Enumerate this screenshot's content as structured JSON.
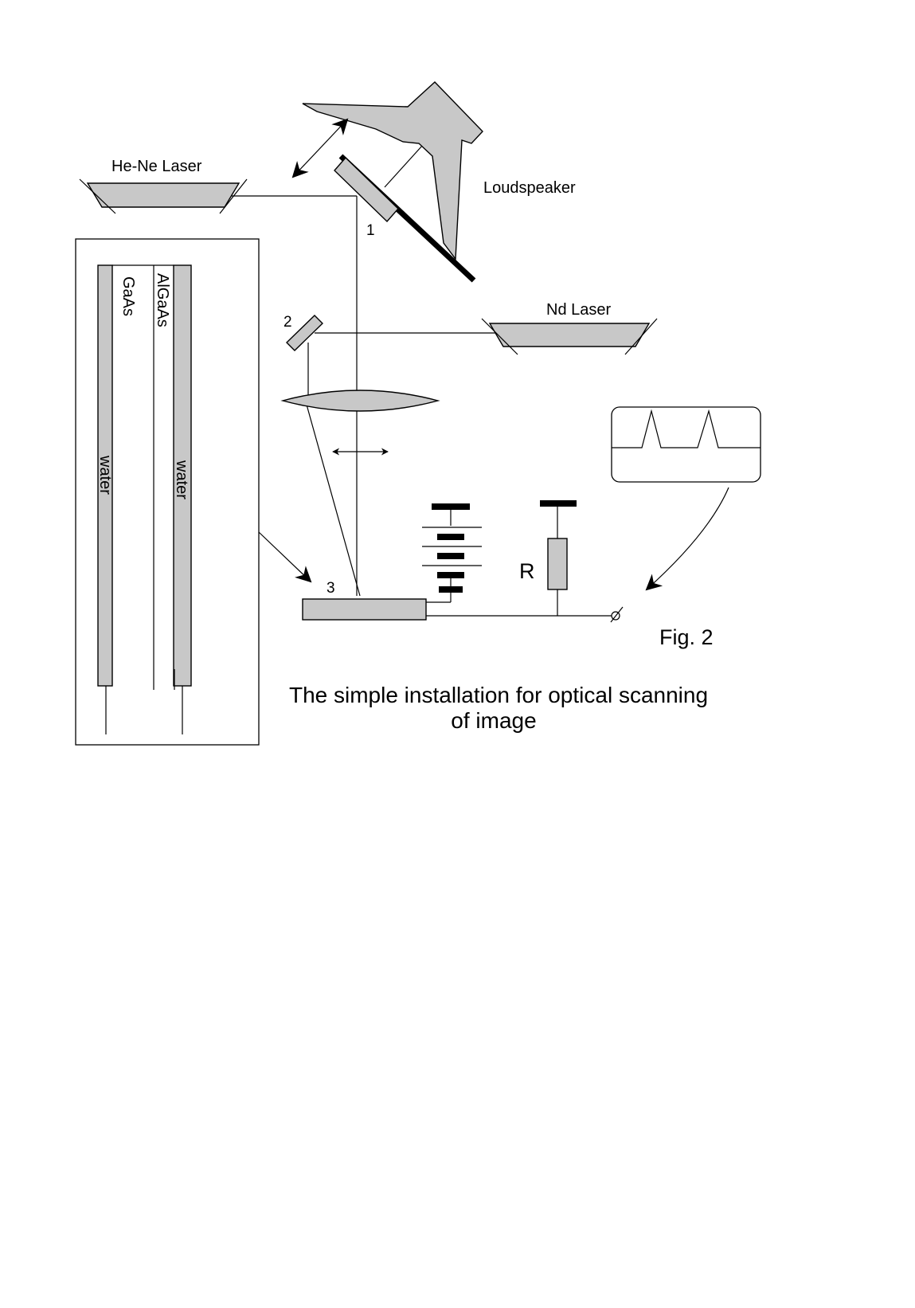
{
  "labels": {
    "he_ne_laser": "He-Ne Laser",
    "loudspeaker": "Loudspeaker",
    "nd_laser": "Nd Laser",
    "mirror_1": "1",
    "mirror_2": "2",
    "detector_3": "3",
    "resistor": "R",
    "figure": "Fig. 2",
    "inset_gaas": "GaAs",
    "inset_algaas": "AlGaAs",
    "inset_water_left": "water",
    "inset_water_right": "water"
  },
  "caption": {
    "line1": "The simple installation for optical scanning",
    "line2": "of image"
  },
  "colors": {
    "fill_gray": "#c8c8c8",
    "ink": "#000000",
    "background": "#ffffff"
  }
}
